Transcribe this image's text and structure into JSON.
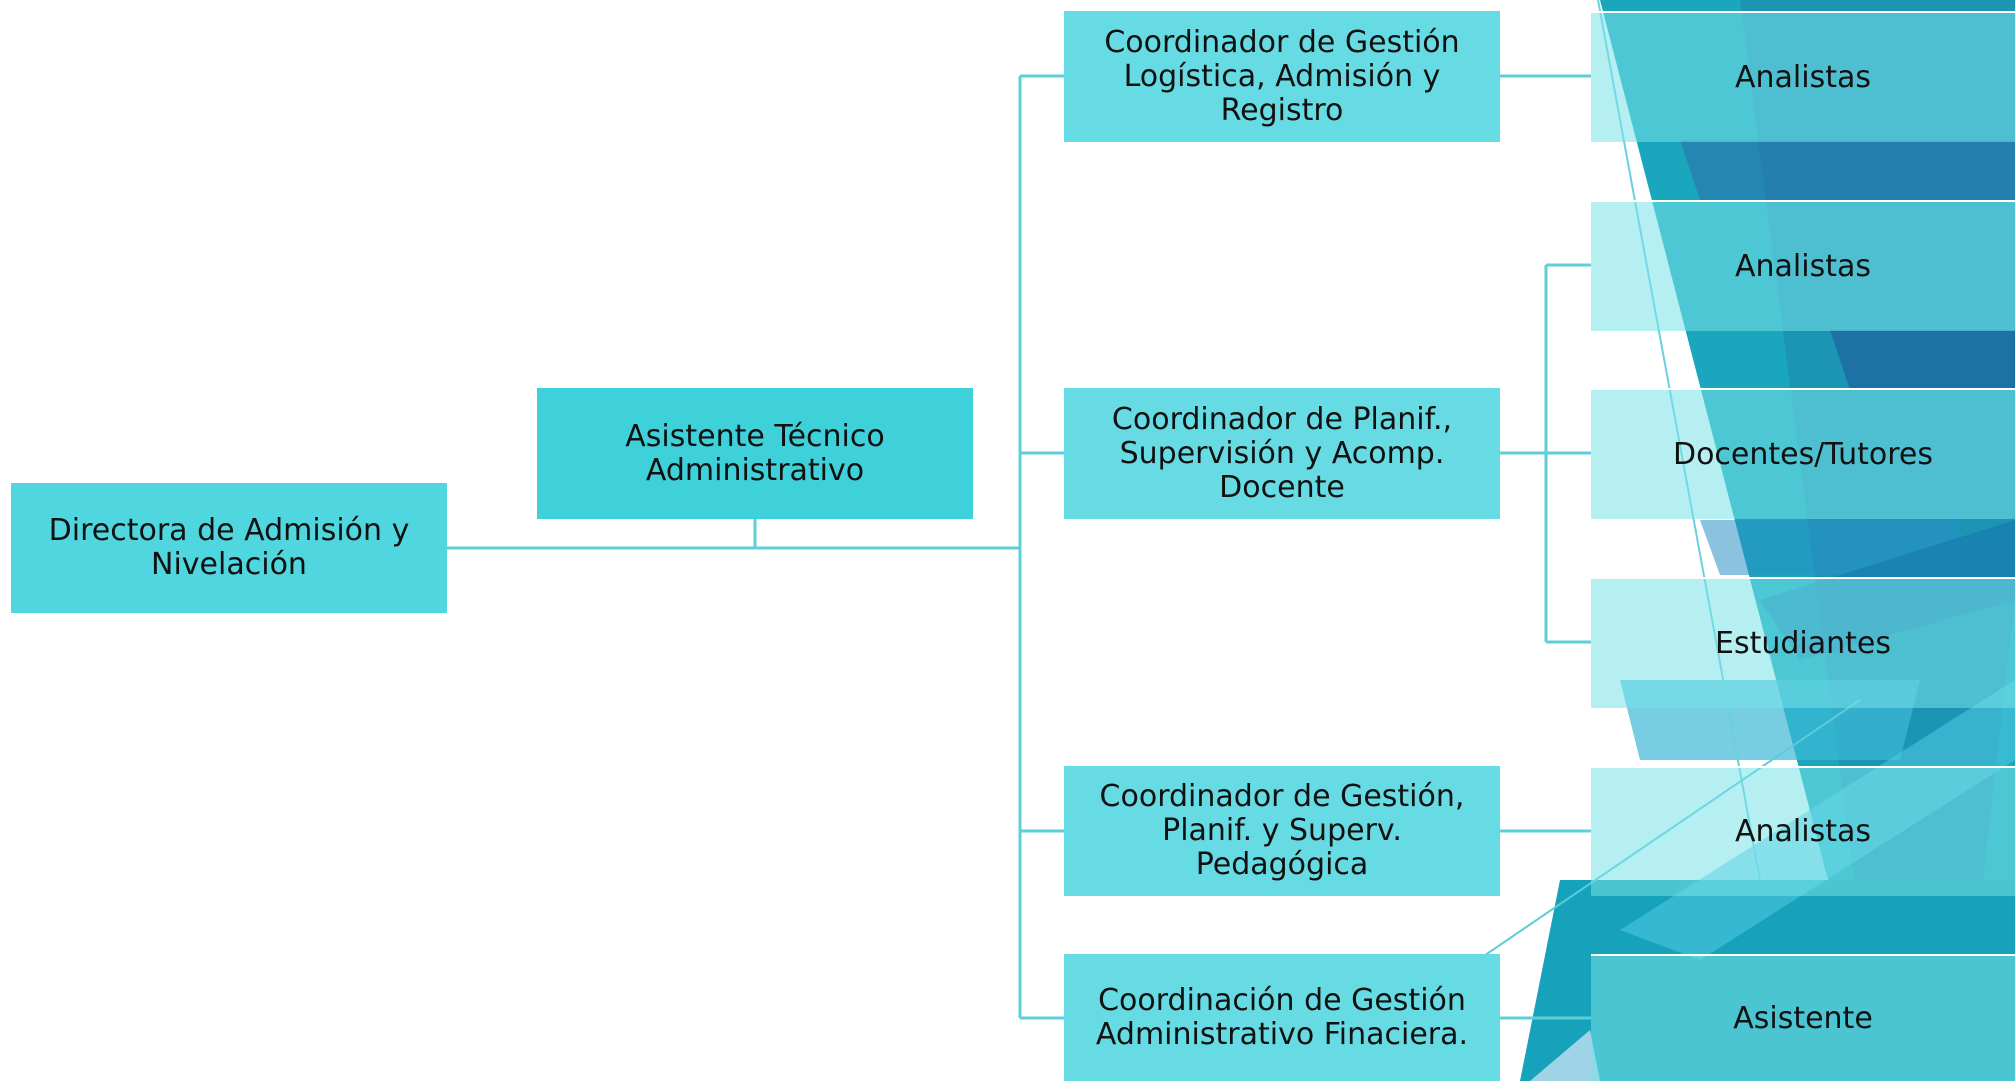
{
  "colors": {
    "connector": "#5ecfd8",
    "root_fill": "#4fd6df",
    "assistant_fill": "#3fd1da",
    "coordinator_fill": "#67dbe4",
    "decor_teal": "#1aa7bd",
    "decor_blue": "#1f6fa8"
  },
  "org": {
    "root": "Directora de Admisión y\nNivelación",
    "assistant": "Asistente Técnico\nAdministrativo",
    "coordinators": [
      {
        "label": "Coordinador de Gestión\nLogística, Admisión y\nRegistro",
        "reports": [
          "Analistas"
        ]
      },
      {
        "label": "Coordinador de Planif.,\nSupervisión y Acomp.\nDocente",
        "reports": [
          "Analistas",
          "Docentes/Tutores",
          "Estudiantes"
        ]
      },
      {
        "label": "Coordinador de Gestión,\nPlanif. y Superv. Pedagógica",
        "reports": [
          "Analistas"
        ]
      },
      {
        "label": "Coordinación de Gestión\nAdministrativo Finaciera.",
        "reports": [
          "Asistente"
        ]
      }
    ]
  }
}
